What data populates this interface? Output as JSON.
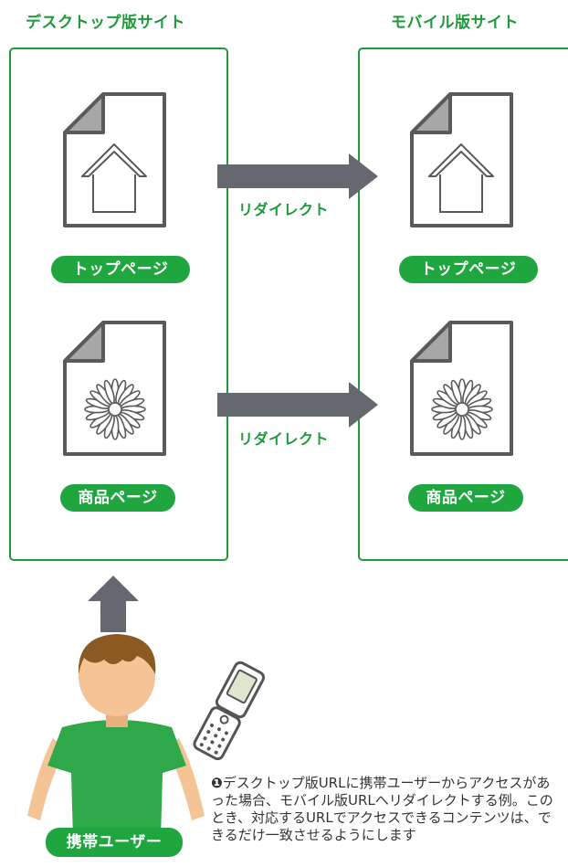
{
  "columns": {
    "desktop_title": "デスクトップ版サイト",
    "mobile_title": "モバイル版サイト"
  },
  "pages": {
    "top_label": "トップページ",
    "product_label": "商品ページ"
  },
  "redirect_label": "リダイレクト",
  "user_label": "携帯ユーザー",
  "caption": {
    "marker": "❶",
    "text": "デスクトップ版URLに携帯ユーザーからアクセスがあった場合、モバイル版URLへリダイレクトする例。このとき、対応するURLでアクセスできるコンテンツは、できるだけ一致させるようにします"
  },
  "colors": {
    "green_border": "#1f9a3a",
    "green_pill": "#1fa63e",
    "arrow_gray": "#666870",
    "shirt_green": "#2fa84a",
    "hair_brown": "#8a5a22",
    "skin": "#f4c496"
  },
  "icons": [
    "house-icon",
    "flower-icon",
    "document-icon",
    "flip-phone-icon",
    "user-figure-icon"
  ]
}
